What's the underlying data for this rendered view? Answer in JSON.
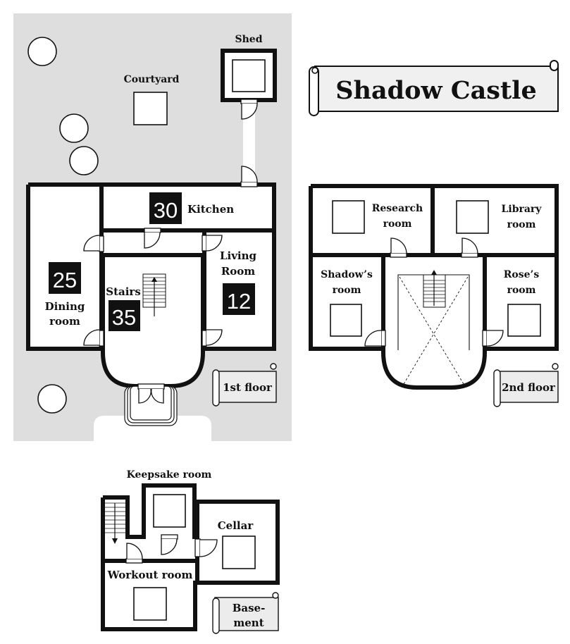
{
  "title": "Shadow Castle",
  "colors": {
    "ground": "#dedede",
    "wall": "#111111",
    "room": "#ffffff",
    "number_bg": "#111111",
    "scroll": "#ececec"
  },
  "floors": {
    "first": {
      "label": "1st floor",
      "outdoor": [
        {
          "name": "Courtyard",
          "label": "Courtyard"
        },
        {
          "name": "Shed",
          "label": "Shed"
        }
      ],
      "rooms": [
        {
          "name": "Kitchen",
          "label": "Kitchen",
          "number": "30"
        },
        {
          "name": "Dining room",
          "label_line1": "Dining",
          "label_line2": "room",
          "number": "25"
        },
        {
          "name": "Stairs",
          "label": "Stairs",
          "number": "35"
        },
        {
          "name": "Living Room",
          "label_line1": "Living",
          "label_line2": "Room",
          "number": "12"
        }
      ]
    },
    "second": {
      "label": "2nd floor",
      "rooms": [
        {
          "name": "Research room",
          "label_line1": "Research",
          "label_line2": "room"
        },
        {
          "name": "Library room",
          "label_line1": "Library",
          "label_line2": "room"
        },
        {
          "name": "Shadow's room",
          "label_line1": "Shadow’s",
          "label_line2": "room"
        },
        {
          "name": "Rose's room",
          "label_line1": "Rose’s",
          "label_line2": "room"
        }
      ]
    },
    "basement": {
      "label_line1": "Base-",
      "label_line2": "ment",
      "rooms": [
        {
          "name": "Keepsake room",
          "label": "Keepsake room"
        },
        {
          "name": "Cellar",
          "label": "Cellar"
        },
        {
          "name": "Workout room",
          "label": "Workout room"
        }
      ]
    }
  }
}
